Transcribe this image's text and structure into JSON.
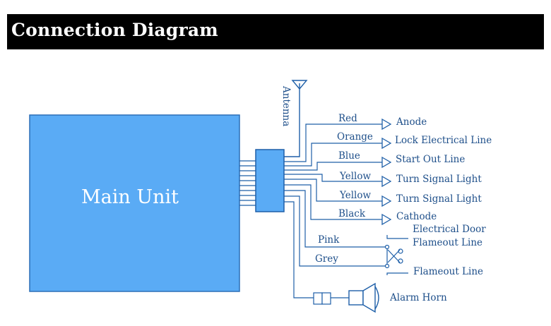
{
  "header": {
    "title": "Connection Diagram"
  },
  "colors": {
    "header_background": "#000000",
    "header_text": "#ffffff",
    "unit_fill": "#5aabf5",
    "line": "#1e5fa8",
    "label": "#1e4f8a"
  },
  "diagram": {
    "main_unit_label": "Main Unit",
    "antenna_label": "Antenna",
    "wires": [
      {
        "color": "Red",
        "destination": "Anode"
      },
      {
        "color": "Orange",
        "destination": "Lock Electrical Line"
      },
      {
        "color": "Blue",
        "destination": "Start Out Line"
      },
      {
        "color": "Yellow",
        "destination": "Turn Signal Light"
      },
      {
        "color": "Yellow",
        "destination": "Turn Signal Light"
      },
      {
        "color": "Black",
        "destination": "Cathode"
      }
    ],
    "switch_wires": [
      {
        "color": "Pink",
        "destination_line1": "Electrical Door",
        "destination_line2": "Flameout Line"
      },
      {
        "color": "Grey",
        "destination_line1": "Flameout Line"
      }
    ],
    "horn_label": "Alarm Horn",
    "switch_icon": "scissors-cut-icon",
    "horn_icon": "horn-speaker-icon",
    "fuse_icon": "fuse-icon",
    "antenna_icon": "antenna-icon"
  }
}
